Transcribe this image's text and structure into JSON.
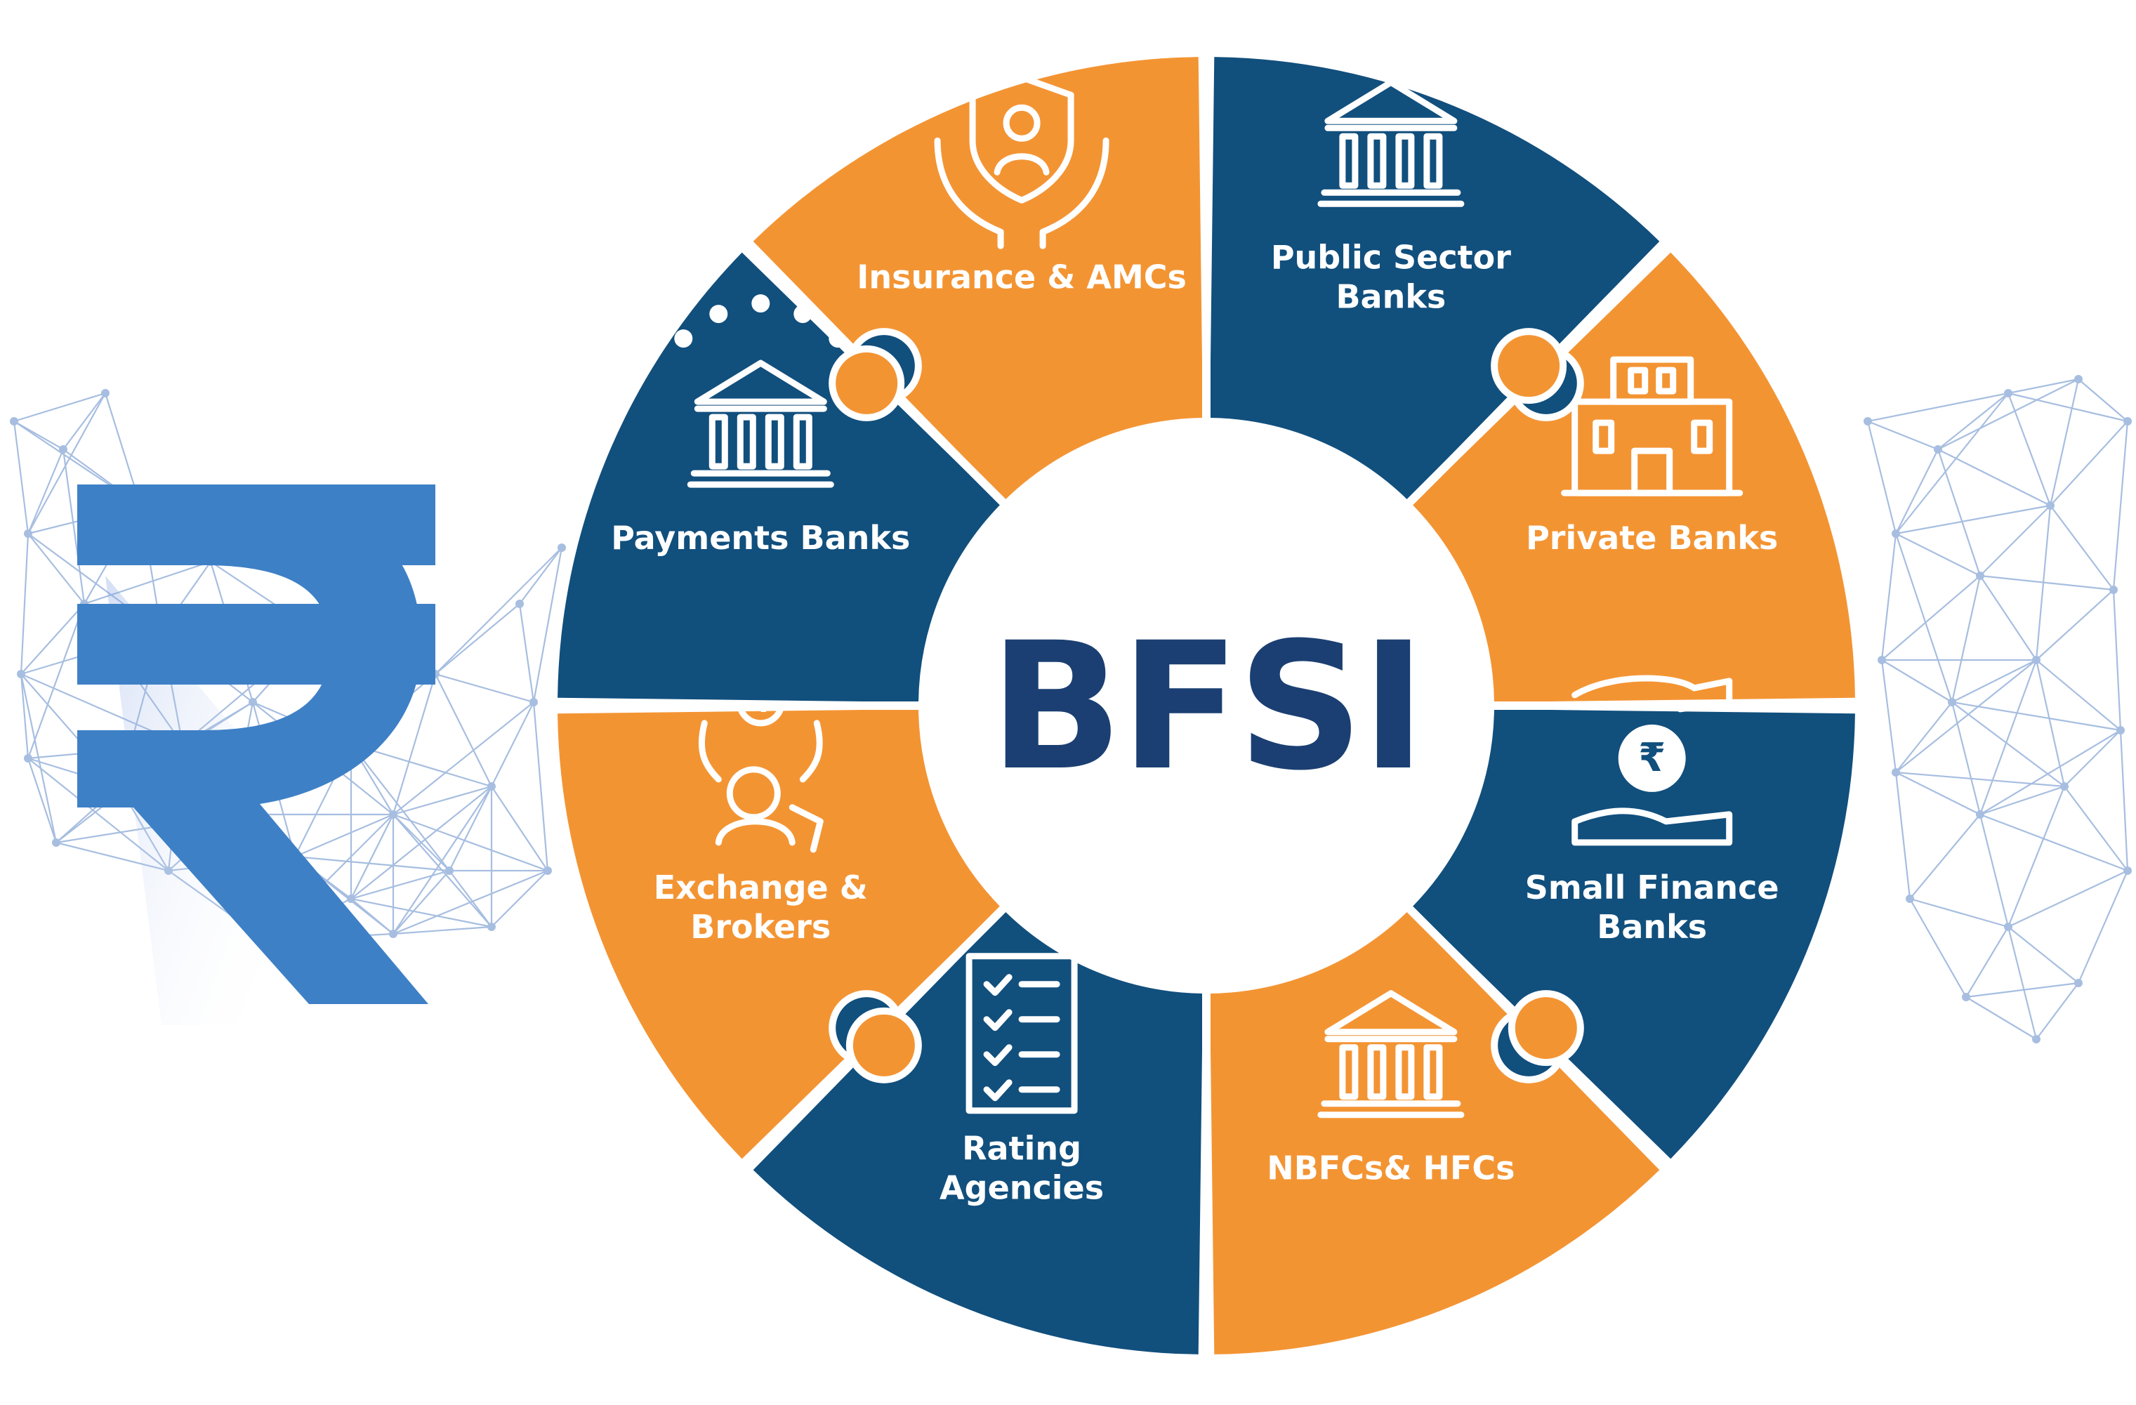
{
  "center": {
    "label": "BFSI",
    "color": "#1b3f72"
  },
  "colors": {
    "blue": "#114f7d",
    "orange": "#f39433",
    "rupee": "#3e80c6",
    "network": "#8aa9d6"
  },
  "currency_symbol": "₹",
  "segments": [
    {
      "name": "public-sector-banks",
      "lines": [
        "Public Sector",
        "Banks"
      ],
      "icon": "bank-building-icon",
      "color": "blue"
    },
    {
      "name": "private-banks",
      "lines": [
        "Private Banks"
      ],
      "icon": "office-building-icon",
      "color": "orange"
    },
    {
      "name": "small-finance-banks",
      "lines": [
        "Small Finance",
        "Banks"
      ],
      "icon": "hands-rupee-coin-icon",
      "color": "blue"
    },
    {
      "name": "nbfcs-hfcs",
      "lines": [
        "NBFCs& HFCs"
      ],
      "icon": "bank-building-icon",
      "color": "orange"
    },
    {
      "name": "rating-agencies",
      "lines": [
        "Rating",
        "Agencies"
      ],
      "icon": "checklist-icon",
      "color": "blue"
    },
    {
      "name": "exchange-brokers",
      "lines": [
        "Exchange &",
        "Brokers"
      ],
      "icon": "broker-exchange-icon",
      "color": "orange"
    },
    {
      "name": "payments-banks",
      "lines": [
        "Payments Banks"
      ],
      "icon": "bank-building-dots-icon",
      "color": "blue"
    },
    {
      "name": "insurance-amcs",
      "lines": [
        "Insurance & AMCs"
      ],
      "icon": "shield-hands-icon",
      "color": "orange"
    }
  ]
}
